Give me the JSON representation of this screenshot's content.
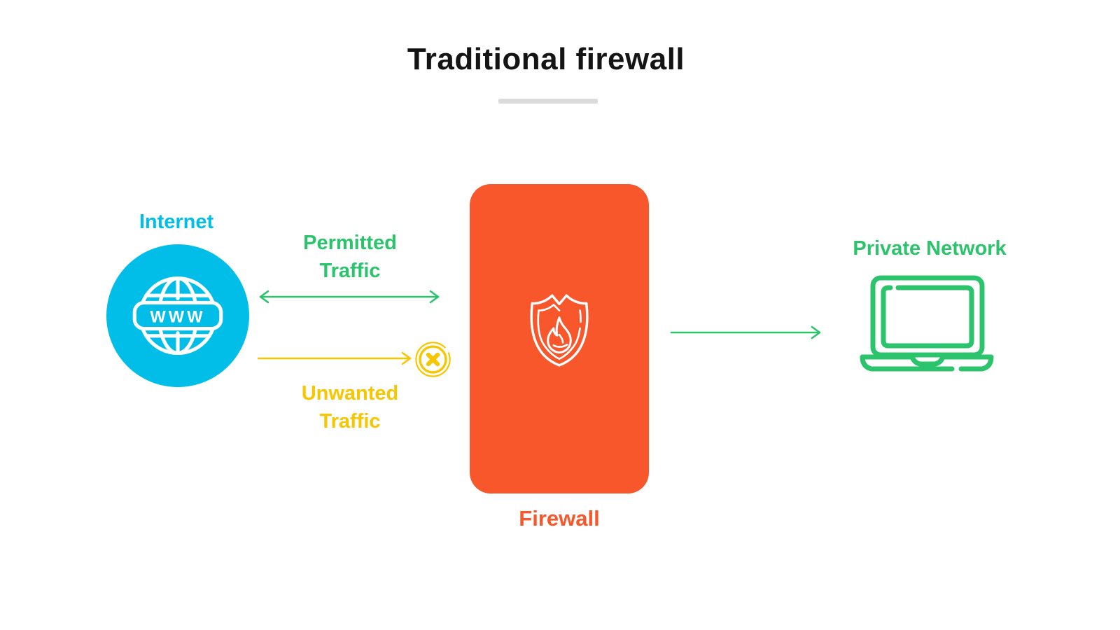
{
  "title": {
    "text": "Traditional firewall"
  },
  "colors": {
    "cyan": "#00BEE8",
    "orange": "#F8572B",
    "green": "#2BC36B",
    "yellow": "#F7C600",
    "ink": "#141414",
    "underline": "#DBDBDB",
    "bg": "#FFFFFF"
  },
  "nodes": {
    "internet": {
      "label": "Internet",
      "icon": "www-globe-icon",
      "globe_text": "WWW",
      "color": "#00BEE8"
    },
    "firewall": {
      "label": "Firewall",
      "icon": "fire-shield-icon",
      "color": "#F8572B"
    },
    "private_network": {
      "label": "Private Network",
      "icon": "laptop-icon",
      "color": "#2BC36B"
    }
  },
  "flows": {
    "permitted": {
      "line1": "Permitted",
      "line2": "Traffic",
      "color": "#2BC36B",
      "style": "double-headed-arrow"
    },
    "unwanted": {
      "line1": "Unwanted",
      "line2": "Traffic",
      "color": "#F7C600",
      "style": "arrow-blocked-with-x"
    },
    "outbound": {
      "color": "#2BC36B",
      "style": "single-arrow-to-private-network"
    }
  }
}
